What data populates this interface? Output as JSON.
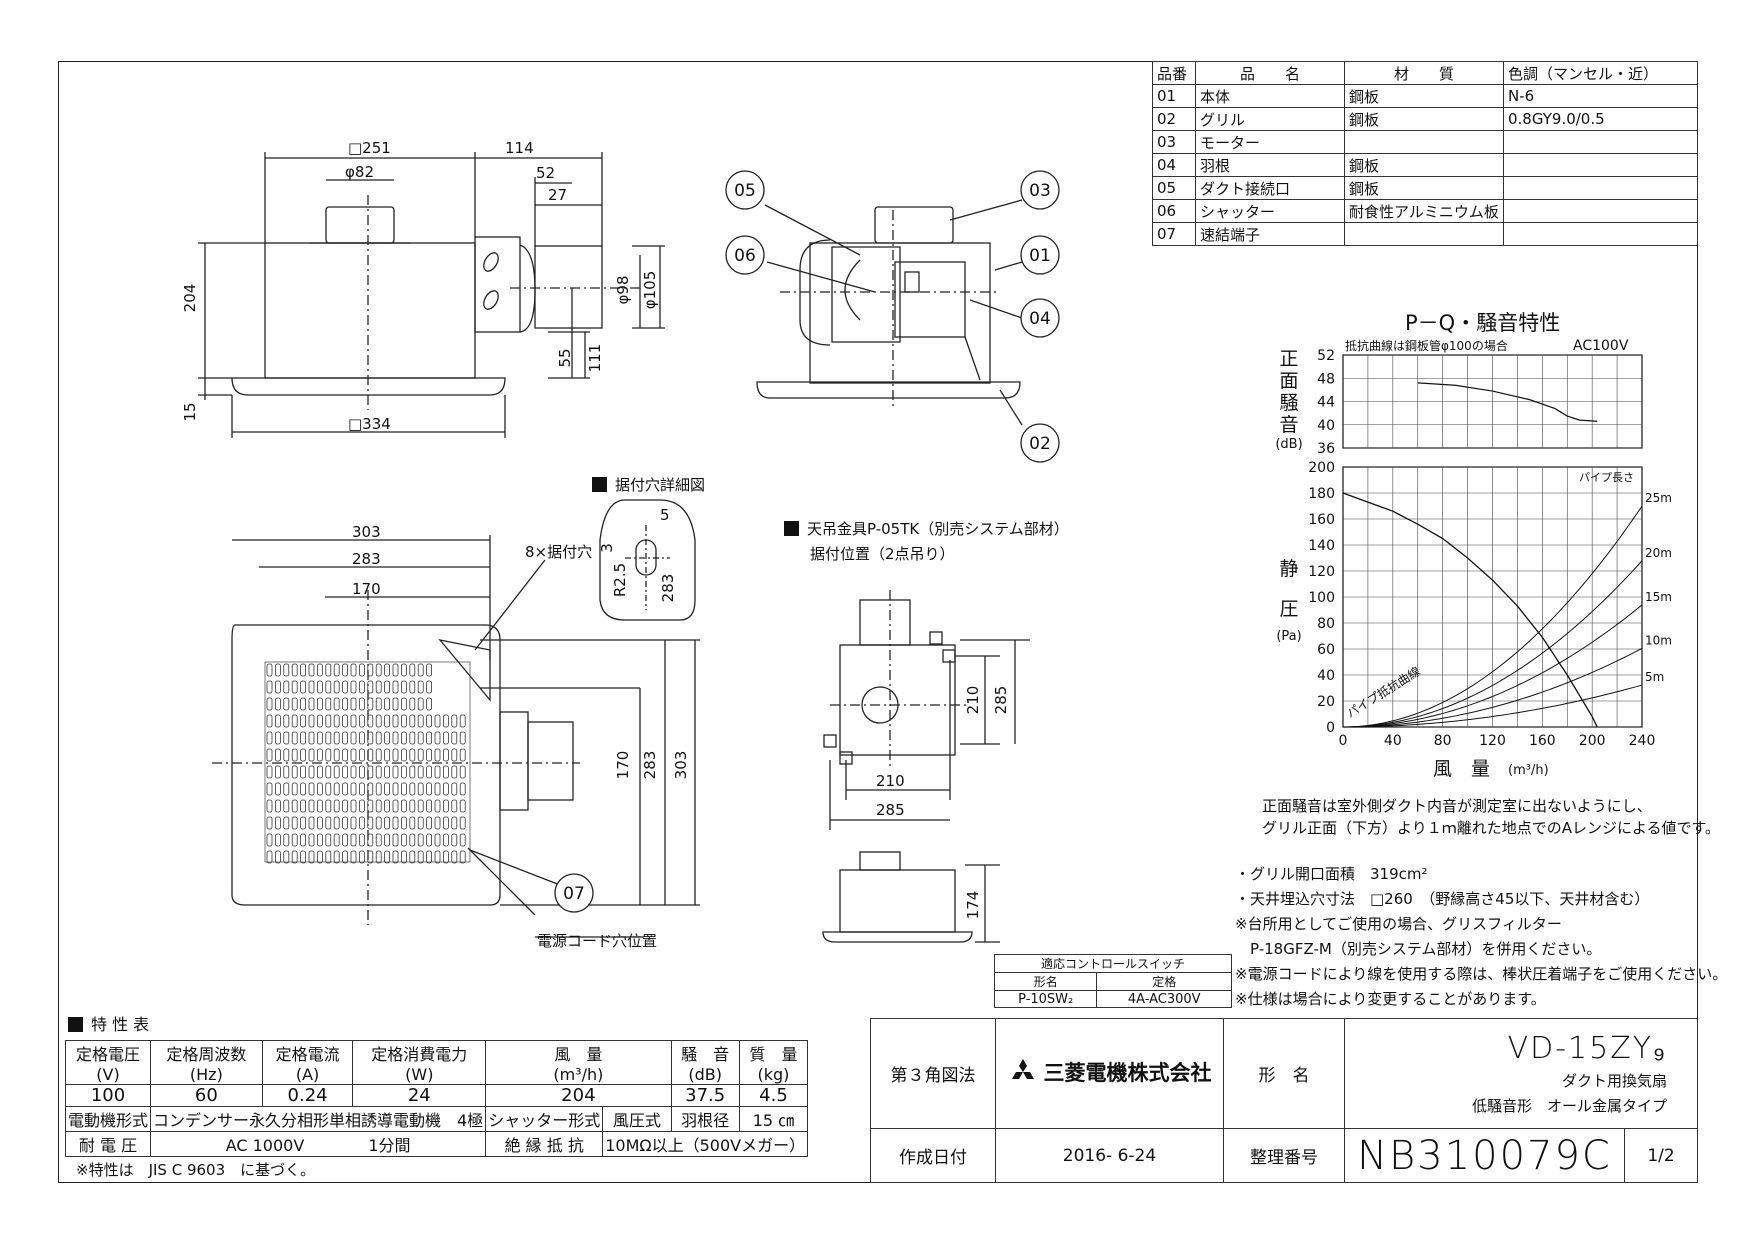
{
  "parts_table": {
    "headers": [
      "品番",
      "品　　名",
      "材　　質",
      "色調（マンセル・近）"
    ],
    "rows": [
      [
        "01",
        "本体",
        "鋼板",
        "N-6"
      ],
      [
        "02",
        "グリル",
        "鋼板",
        "0.8GY9.0/0.5"
      ],
      [
        "03",
        "モーター",
        "",
        ""
      ],
      [
        "04",
        "羽根",
        "鋼板",
        ""
      ],
      [
        "05",
        "ダクト接続口",
        "鋼板",
        ""
      ],
      [
        "06",
        "シャッター",
        "耐食性アルミニウム板",
        ""
      ],
      [
        "07",
        "速結端子",
        "",
        ""
      ]
    ]
  },
  "front_view": {
    "dims": [
      "□251",
      "114",
      "φ82",
      "52",
      "27",
      "204",
      "φ98",
      "φ105",
      "55",
      "111",
      "15",
      "□334"
    ]
  },
  "side_view": {
    "callouts": [
      "05",
      "03",
      "06",
      "01",
      "04",
      "02"
    ]
  },
  "bottom_view": {
    "dims": [
      "303",
      "283",
      "170",
      "8×据付穴",
      "170",
      "283",
      "303"
    ],
    "callout": "07",
    "cord_label": "電源コード穴位置"
  },
  "hole_detail": {
    "title": "据付穴詳細図",
    "dims": [
      "5",
      "3",
      "R2.5",
      "283"
    ]
  },
  "hanger": {
    "title": "天吊金具P-05TK（別売システム部材）",
    "subtitle": "据付位置（2点吊り）",
    "dims": [
      "210",
      "285",
      "210",
      "285",
      "174"
    ]
  },
  "graph": {
    "title": "P－Q・騒音特性",
    "note": "抵抗曲線は鋼板管φ100の場合",
    "power": "AC100V",
    "noise_ylabel": "正面騒音",
    "noise_unit": "(dB)",
    "pressure_ylabel_1": "静",
    "pressure_ylabel_2": "圧",
    "pressure_unit": "(Pa)",
    "xlabel": "風　量",
    "xunit": "(m³/h)",
    "pipe_header": "パイプ長さ",
    "resistance_label": "パイプ抵抗曲線"
  },
  "chart_data": {
    "type": "line",
    "title": "P－Q・騒音特性",
    "xlabel": "風 量 (m³/h)",
    "xlim": [
      0,
      240
    ],
    "x_ticks": [
      "0",
      "40",
      "80",
      "120",
      "160",
      "200",
      "240"
    ],
    "noise_axis": {
      "ylabel": "正面騒音 (dB)",
      "ylim": [
        36,
        52
      ],
      "ticks": [
        "36",
        "40",
        "44",
        "48",
        "52"
      ]
    },
    "pressure_axis": {
      "ylabel": "静圧 (Pa)",
      "ylim": [
        0,
        200
      ],
      "ticks": [
        "0",
        "20",
        "40",
        "60",
        "80",
        "100",
        "120",
        "140",
        "160",
        "180",
        "200"
      ]
    },
    "noise_curve": {
      "x": [
        60,
        90,
        120,
        150,
        170,
        180,
        190,
        204
      ],
      "y": [
        47.2,
        46.8,
        45.8,
        44.3,
        42.8,
        41.5,
        40.8,
        40.6
      ]
    },
    "pq_curve": {
      "x": [
        0,
        20,
        40,
        60,
        80,
        100,
        120,
        140,
        160,
        180,
        200,
        204
      ],
      "y": [
        180,
        173,
        166,
        156,
        145,
        130,
        113,
        93,
        69,
        40,
        8,
        0
      ]
    },
    "resistance_curves": [
      {
        "name": "5m",
        "k": 0.00056
      },
      {
        "name": "10m",
        "k": 0.00105
      },
      {
        "name": "15m",
        "k": 0.00163
      },
      {
        "name": "20m",
        "k": 0.00222
      },
      {
        "name": "25m",
        "k": 0.00295
      }
    ]
  },
  "graph_notes": [
    "正面騒音は室外側ダクト内音が測定室に出ないようにし、",
    "グリル正面（下方）より１ｍ離れた地点でのAレンジによる値です。"
  ],
  "notes": [
    "・グリル開口面積　319cm²",
    "・天井埋込穴寸法　□260　（野縁高さ45以下、天井材含む）",
    "※台所用としてご使用の場合、グリスフィルター",
    "　P-18GFZ-M（別売システム部材）を併用ください。",
    "※電源コードにより線を使用する際は、棒状圧着端子をご使用ください。",
    "※仕様は場合により変更することがあります。"
  ],
  "control_switch": {
    "header": "適応コントロールスイッチ",
    "col1": "形名",
    "col2": "定格",
    "model": "P-10SW₂",
    "rating": "4A-AC300V"
  },
  "spec": {
    "title": "特 性 表",
    "headers": [
      "定格電圧\n(V)",
      "定格周波数\n(Hz)",
      "定格電流\n(A)",
      "定格消費電力\n(W)",
      "風　量\n(m³/h)",
      "騒　音\n(dB)",
      "質　量\n(kg)"
    ],
    "h1": [
      "定格電圧",
      "定格周波数",
      "定格電流",
      "定格消費電力",
      "風　量",
      "騒　音",
      "質　量"
    ],
    "h2": [
      "(V)",
      "(Hz)",
      "(A)",
      "(W)",
      "(m³/h)",
      "(dB)",
      "(kg)"
    ],
    "values": [
      "100",
      "60",
      "0.24",
      "24",
      "204",
      "37.5",
      "4.5"
    ],
    "motor_label": "電動機形式",
    "motor_value": "コンデンサー永久分相形単相誘導電動機　4極",
    "shutter_label": "シャッター形式",
    "shutter_value": "風圧式",
    "blade_label": "羽根径",
    "blade_value": "15 ㎝",
    "voltage_label": "耐 電 圧",
    "voltage_value": "AC 1000V",
    "voltage_time": "1分間",
    "insulation_label": "絶 縁 抵 抗",
    "insulation_value": "10MΩ以上（500Vメガー）",
    "footnote": "※特性は　JIS C 9603　に基づく。"
  },
  "title_block": {
    "projection": "第３角図法",
    "company": "三菱電機株式会社",
    "model_label": "形　名",
    "model": "VD-15ZY₉",
    "desc1": "ダクト用換気扇",
    "desc2": "低騒音形　オール金属タイプ",
    "date_label": "作成日付",
    "date": "2016- 6-24",
    "number_label": "整理番号",
    "number": "NB310079C",
    "page": "1/2"
  }
}
